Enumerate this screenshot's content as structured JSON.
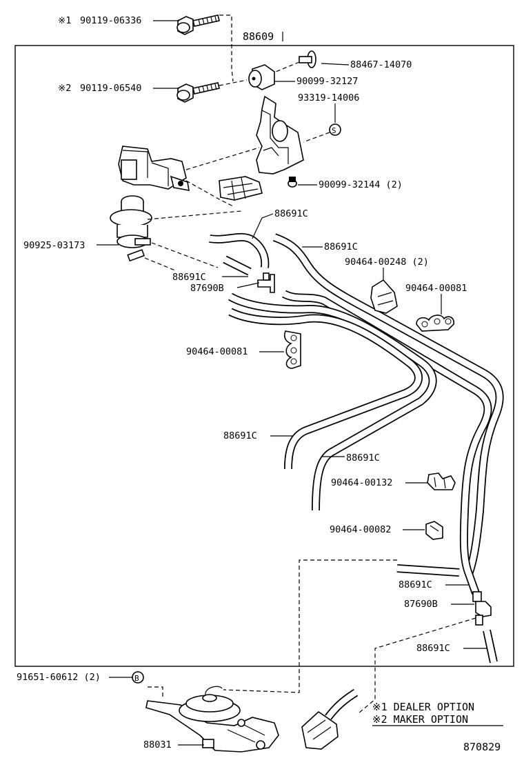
{
  "frame_part": "88609",
  "labels": {
    "bolt1_mark": "※1",
    "bolt1_no": "90119-06336",
    "bolt2_mark": "※2",
    "bolt2_no": "90119-06540",
    "screw": "88467-14070",
    "cushion": "90099-32127",
    "bracket": "93319-14006",
    "bracket_mark": "S",
    "grommet": "90099-32144 (2)",
    "vsv": "90925-03173",
    "hose_a": "88691C",
    "hose_b": "88691C",
    "hose_c": "88691C",
    "joint_a": "87690B",
    "clamp_a": "90464-00248 (2)",
    "clip_a": "90464-00081",
    "clip_b": "90464-00081",
    "hose_d": "88691C",
    "hose_e": "88691C",
    "clamp_b": "90464-00132",
    "clamp_c": "90464-00082",
    "hose_f": "88691C",
    "joint_b": "87690B",
    "hose_g": "88691C",
    "bolt3": "91651-60612 (2)",
    "bolt3_mark": "B",
    "actuator": "88031",
    "note1": "※1 DEALER OPTION",
    "note2": "※2 MAKER OPTION",
    "diagram_no": "870829"
  }
}
